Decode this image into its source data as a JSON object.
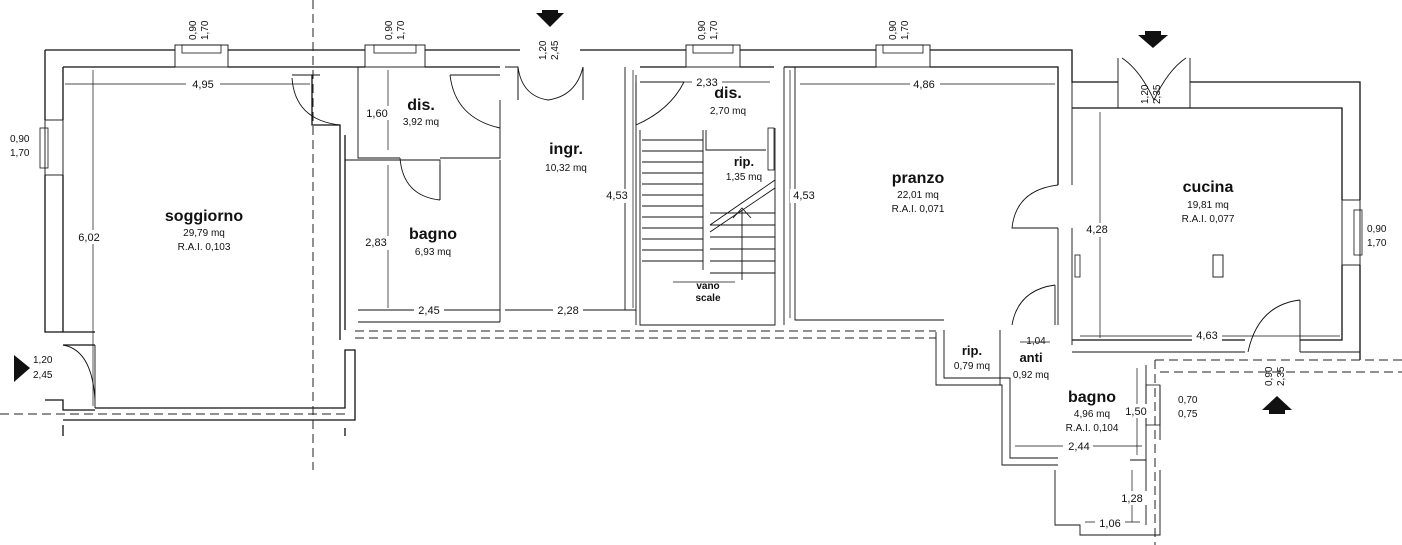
{
  "rooms": {
    "soggiorno": {
      "name": "soggiorno",
      "area": "29,79 mq",
      "rai": "R.A.I. 0,103"
    },
    "dis1": {
      "name": "dis.",
      "area": "3,92 mq"
    },
    "bagno1": {
      "name": "bagno",
      "area": "6,93 mq"
    },
    "ingr": {
      "name": "ingr.",
      "area": "10,32 mq"
    },
    "dis2": {
      "name": "dis.",
      "area": "2,70 mq"
    },
    "rip1": {
      "name": "rip.",
      "area": "1,35 mq"
    },
    "vano": {
      "line1": "vano",
      "line2": "scale"
    },
    "pranzo": {
      "name": "pranzo",
      "area": "22,01 mq",
      "rai": "R.A.I. 0,071"
    },
    "cucina": {
      "name": "cucina",
      "area": "19,81 mq",
      "rai": "R.A.I. 0,077"
    },
    "rip2": {
      "name": "rip.",
      "area": "0,79 mq"
    },
    "anti": {
      "name": "anti",
      "area": "0,92 mq"
    },
    "bagno2": {
      "name": "bagno",
      "area": "4,96 mq",
      "rai": "R.A.I. 0,104"
    }
  },
  "dimensions": {
    "soggiorno_width": "4,95",
    "soggiorno_height": "6,02",
    "dis1_height": "1,60",
    "bagno1_height": "2,83",
    "bagno1_width": "2,45",
    "ingr_width": "2,28",
    "ingr_height": "4,53",
    "dis2_width": "2,33",
    "pranzo_width": "4,86",
    "pranzo_height": "4,53",
    "cucina_height": "4,28",
    "cucina_width": "4,63",
    "anti_width": "1,04",
    "bagno2_height": "1,50",
    "bagno2_width": "2,44",
    "bagno2_ext_height": "1,28",
    "bagno2_ext_width": "1,06"
  },
  "openings": {
    "w_top1": {
      "a": "0,90",
      "b": "1,70"
    },
    "w_top2": {
      "a": "0,90",
      "b": "1,70"
    },
    "d_entrance": {
      "a": "1,20",
      "b": "2,45"
    },
    "w_top3": {
      "a": "0,90",
      "b": "1,70"
    },
    "w_top4": {
      "a": "0,90",
      "b": "1,70"
    },
    "d_cucina_top": {
      "a": "1,20",
      "b": "2,35"
    },
    "w_left": {
      "a": "0,90",
      "b": "1,70"
    },
    "d_left": {
      "a": "1,20",
      "b": "2,45"
    },
    "w_right": {
      "a": "0,90",
      "b": "1,70"
    },
    "d_cucina_bottom": {
      "a": "0,90",
      "b": "2,35"
    },
    "w_bagno2": {
      "a": "0,70",
      "b": "0,75"
    }
  },
  "icons": {
    "arrows": [
      "entrance-arrow-down",
      "entrance-arrow-down",
      "entrance-arrow-right",
      "entrance-arrow-up"
    ],
    "stair_arrow": "stair-direction-arrow"
  }
}
